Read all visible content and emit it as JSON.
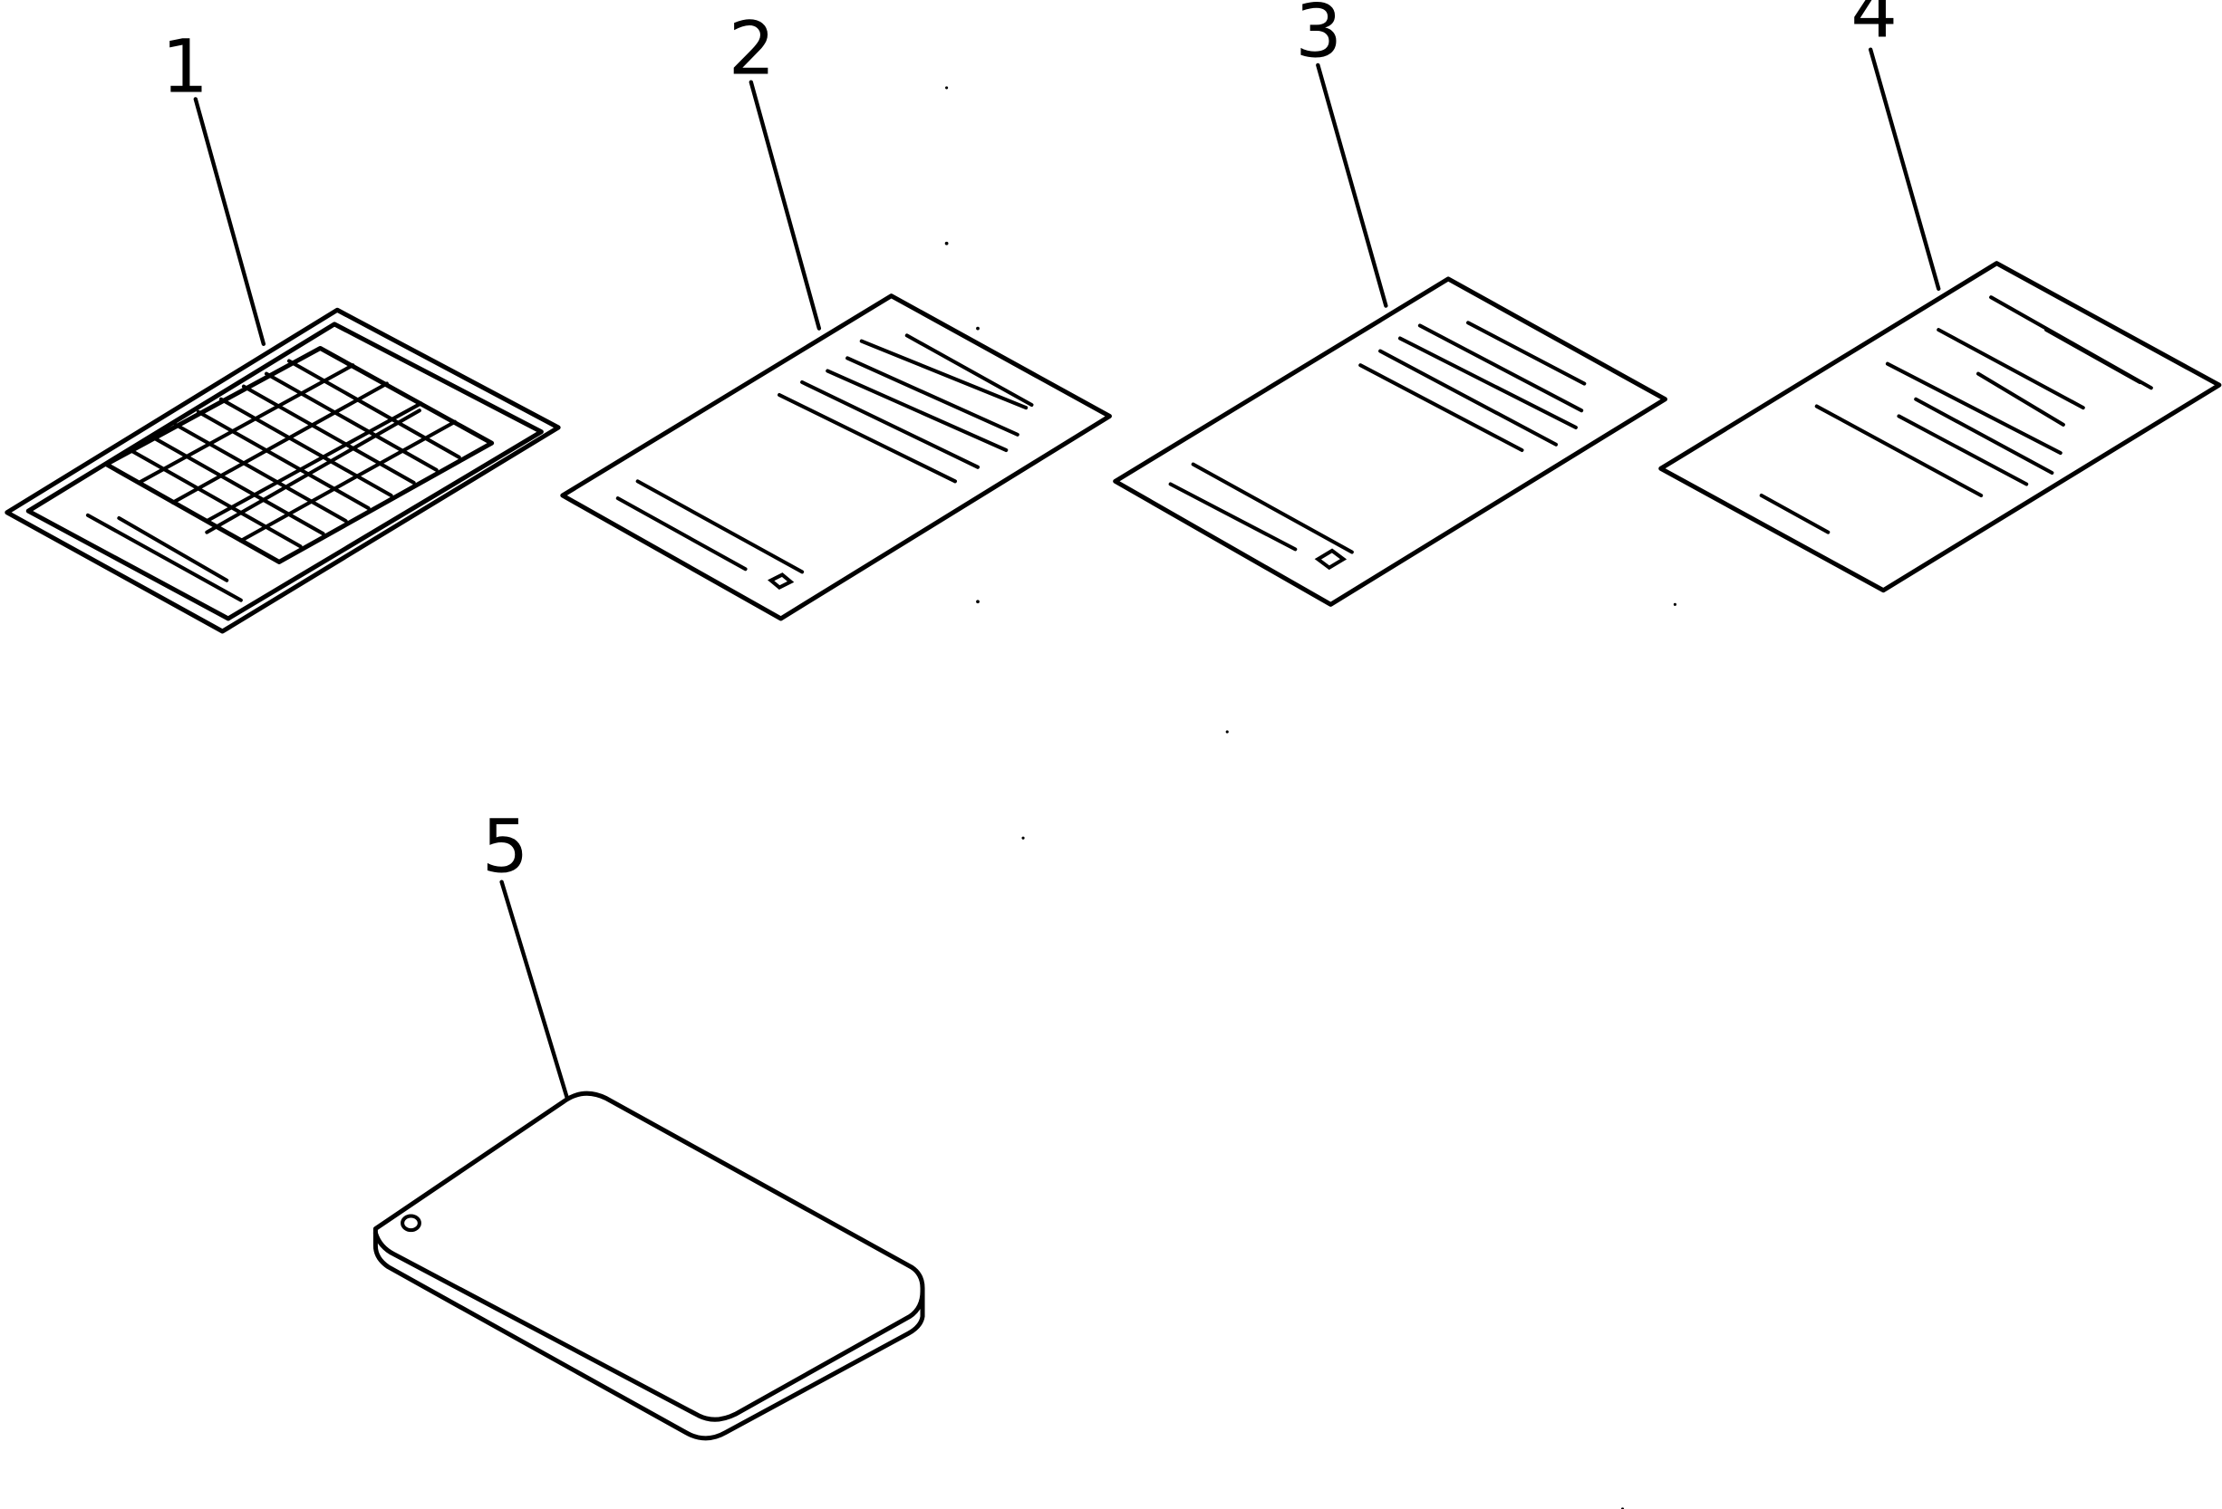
{
  "diagram": {
    "callouts": {
      "c1": "1",
      "c2": "2",
      "c3": "3",
      "c4": "4",
      "c5": "5"
    },
    "parts": [
      {
        "number": "1",
        "kind": "sheet-with-table-icon"
      },
      {
        "number": "2",
        "kind": "document-sheet-icon"
      },
      {
        "number": "3",
        "kind": "document-sheet-icon"
      },
      {
        "number": "4",
        "kind": "document-sheet-icon"
      },
      {
        "number": "5",
        "kind": "binder-case-icon"
      }
    ],
    "colors": {
      "background": "#ffffff",
      "ink": "#000000"
    }
  }
}
